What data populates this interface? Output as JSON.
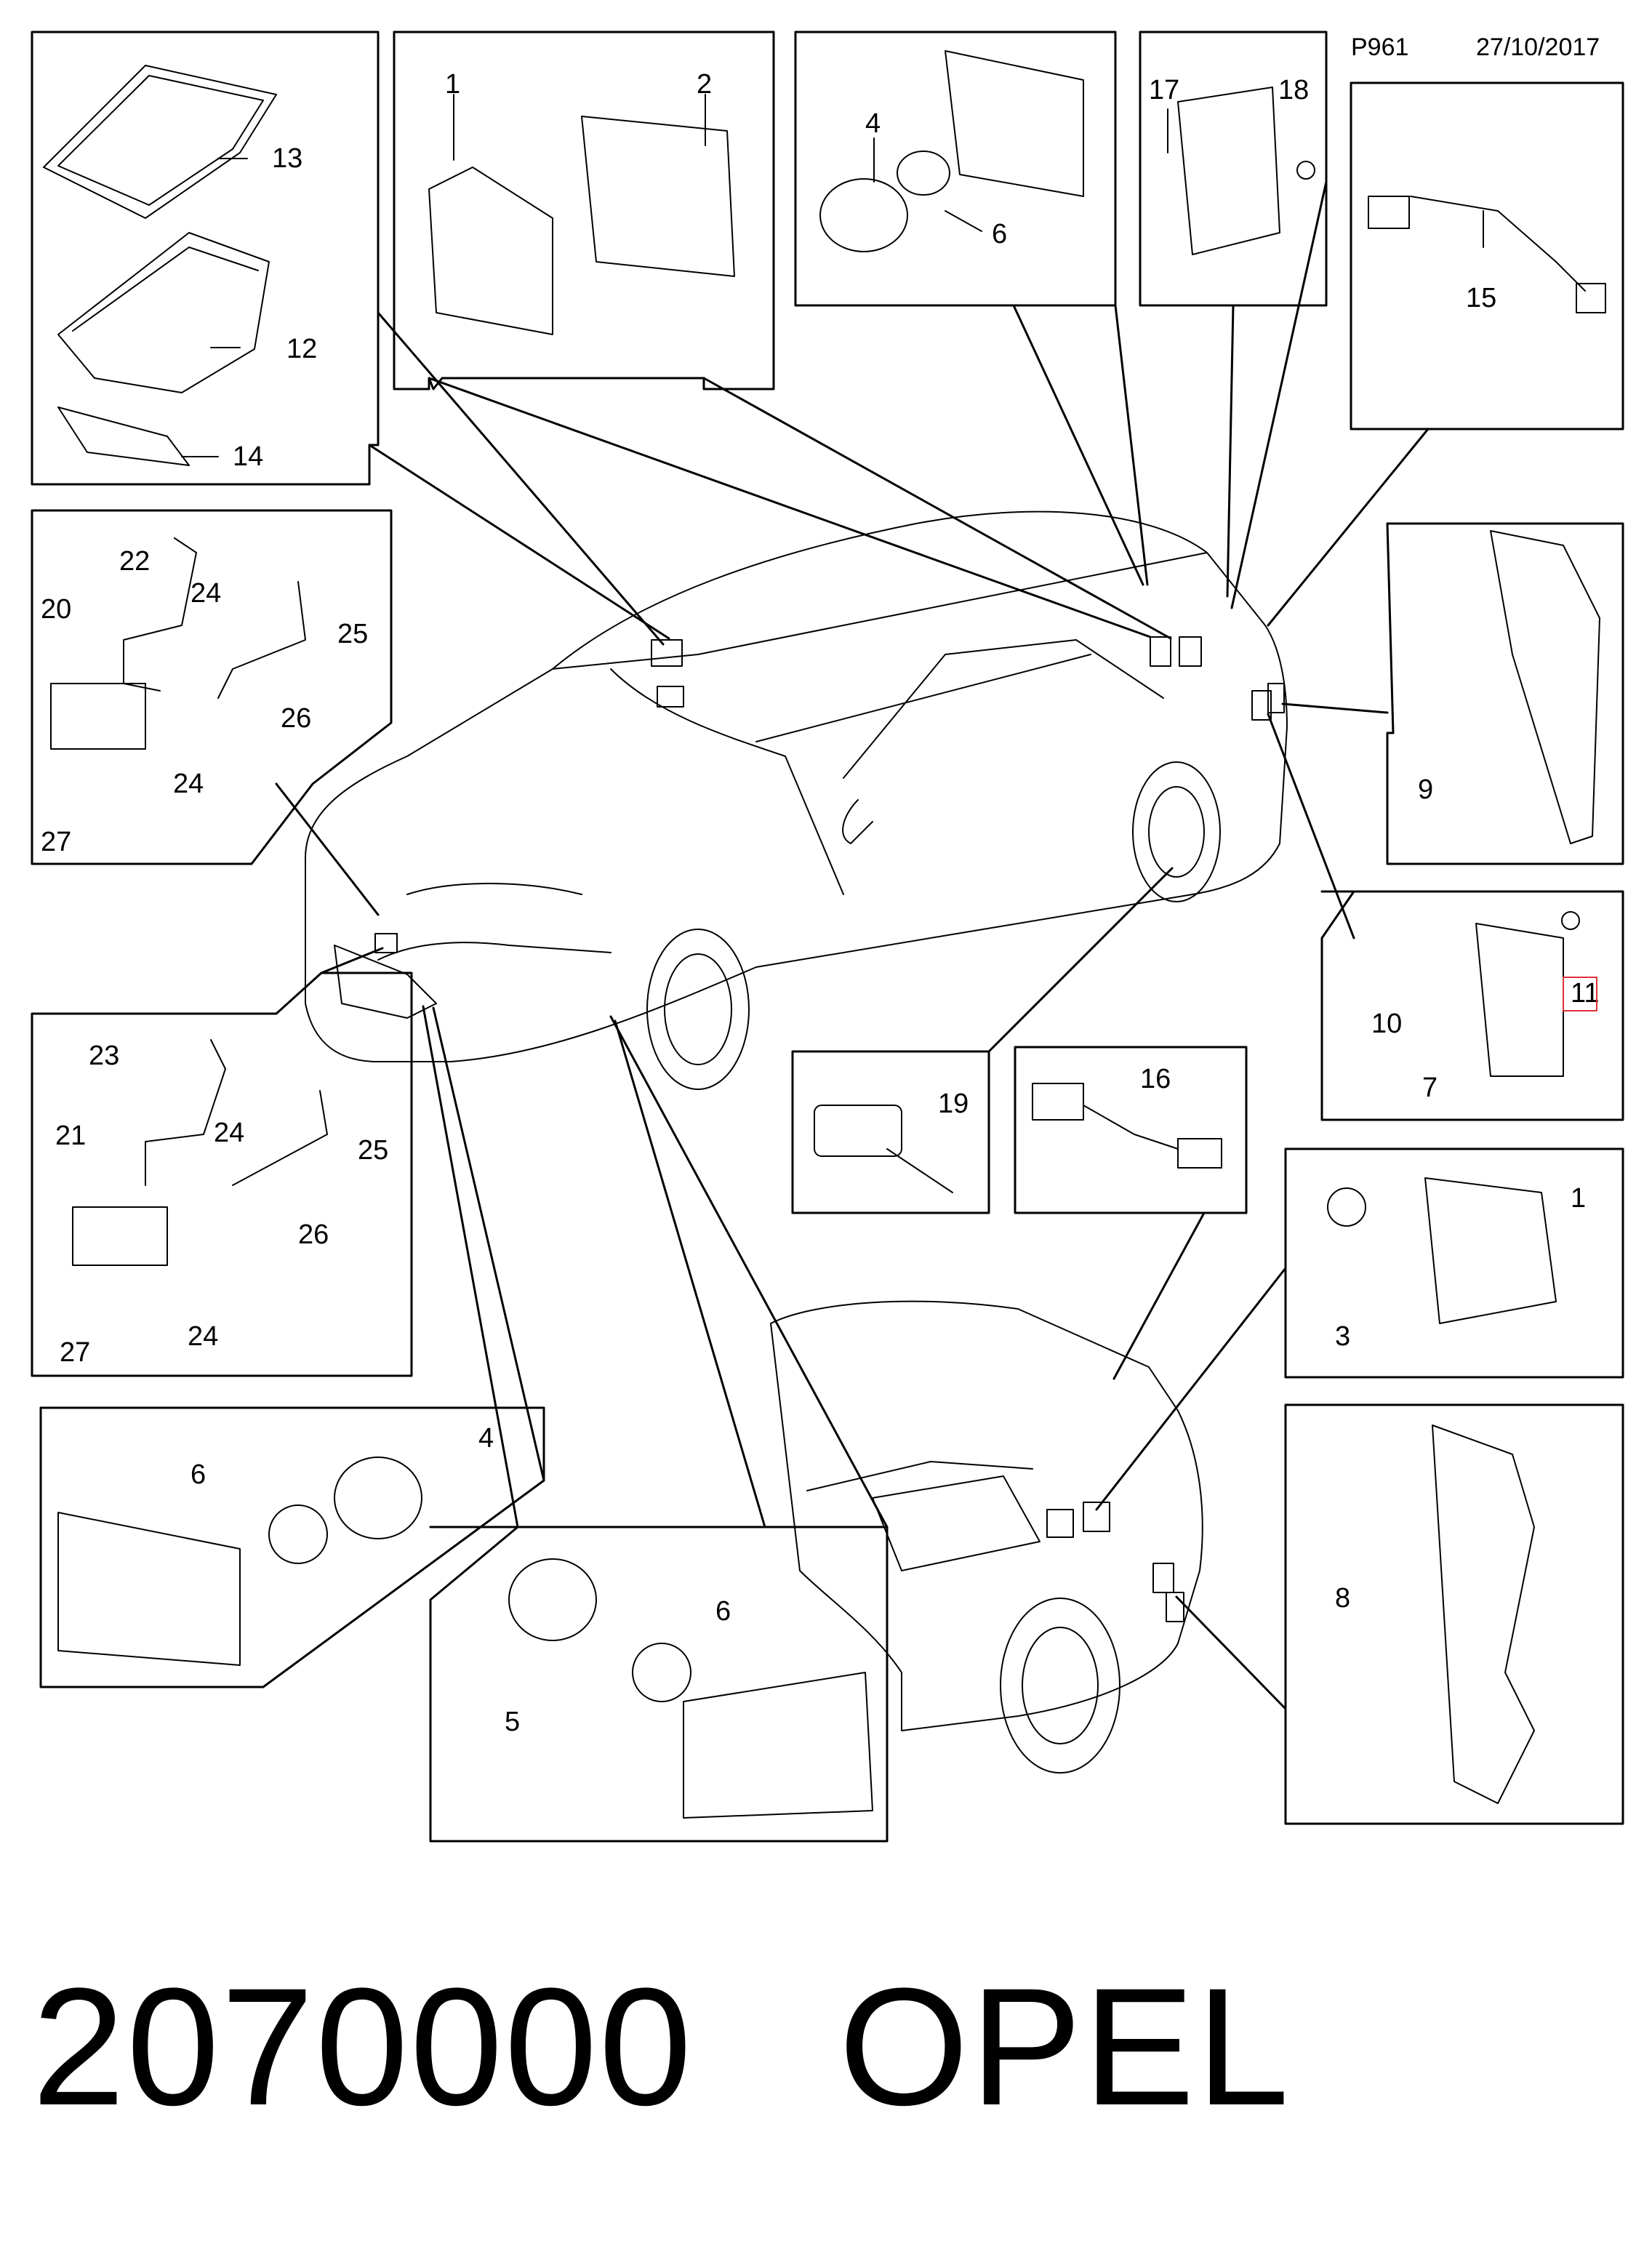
{
  "header": {
    "page_code": "P961",
    "date": "27/10/2017"
  },
  "footer": {
    "part_number": "2070000",
    "brand": "OPEL"
  },
  "callouts": {
    "c1": "1",
    "c2": "2",
    "c3": "3",
    "c4": "4",
    "c5": "5",
    "c6": "6",
    "c7": "7",
    "c8": "8",
    "c9": "9",
    "c10": "10",
    "c11": "11",
    "c12": "12",
    "c13": "13",
    "c14": "14",
    "c15": "15",
    "c16": "16",
    "c17": "17",
    "c18": "18",
    "c19": "19",
    "c20": "20",
    "c21": "21",
    "c22": "22",
    "c23": "23",
    "c24": "24",
    "c25": "25",
    "c26": "26",
    "c27": "27"
  },
  "colors": {
    "line": "#000000",
    "background": "#ffffff",
    "highlight": "#e0303a"
  }
}
